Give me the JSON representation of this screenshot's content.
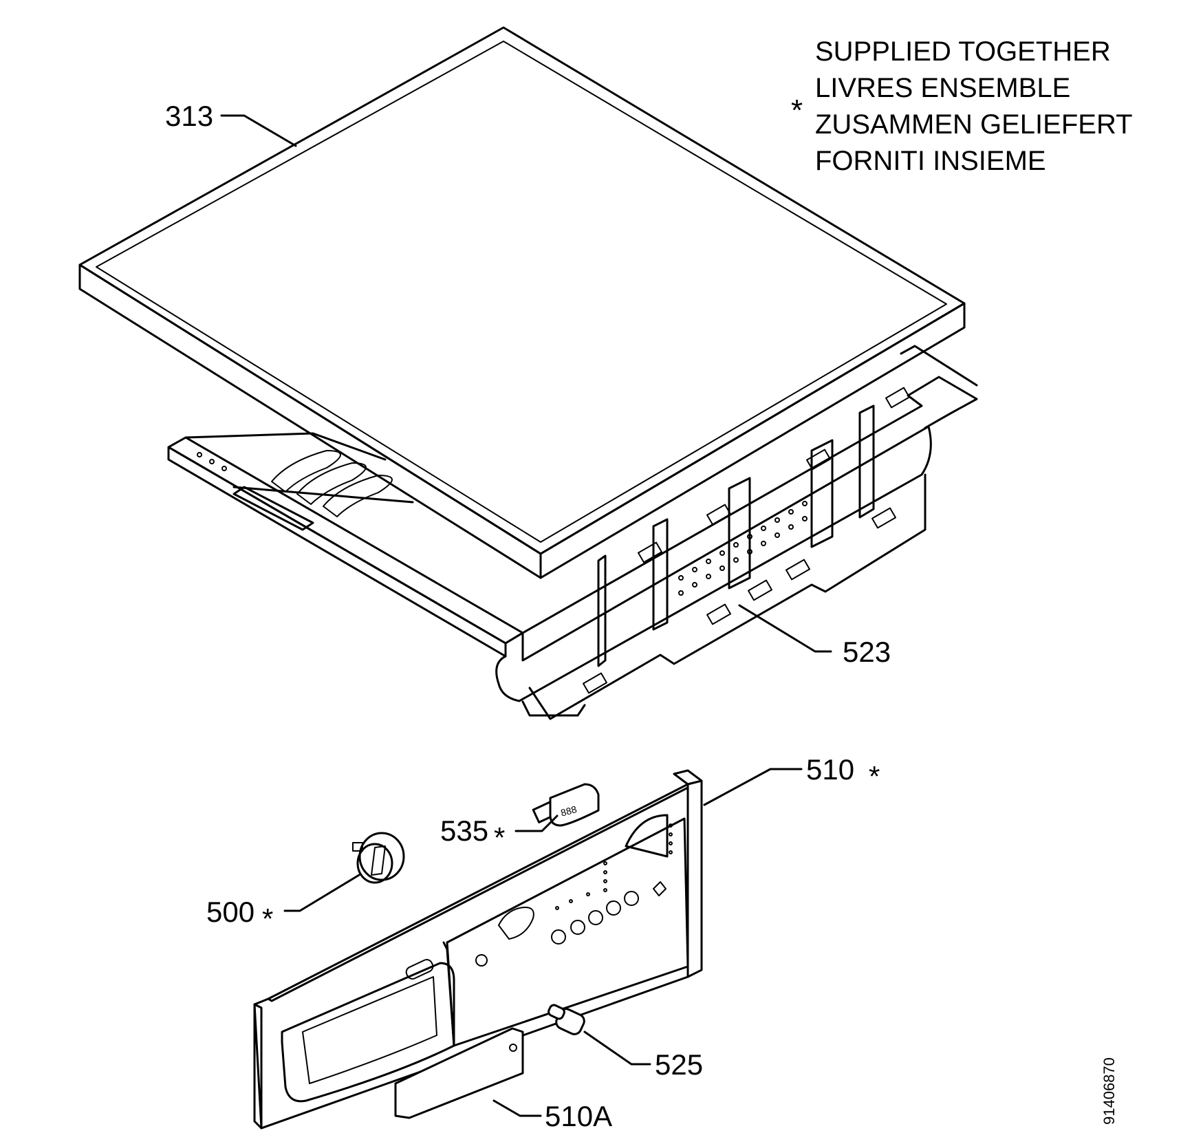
{
  "legend": {
    "symbol": "*",
    "lines": [
      "SUPPLIED TOGETHER",
      "LIVRES ENSEMBLE",
      "ZUSAMMEN GELIEFERT",
      "FORNITI INSIEME"
    ]
  },
  "parts": [
    {
      "code": "313",
      "mark": ""
    },
    {
      "code": "523",
      "mark": ""
    },
    {
      "code": "510",
      "mark": "*"
    },
    {
      "code": "535",
      "mark": "*"
    },
    {
      "code": "500",
      "mark": "*"
    },
    {
      "code": "525",
      "mark": ""
    },
    {
      "code": "510A",
      "mark": ""
    }
  ],
  "display_digits": "888",
  "document_number": "91406870"
}
